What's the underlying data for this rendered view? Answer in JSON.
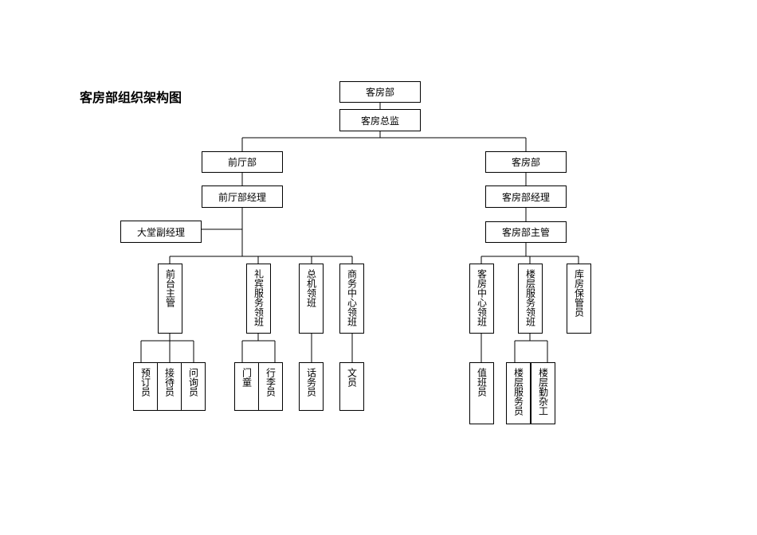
{
  "title": "客房部组织架构图",
  "org": {
    "top": "客房部",
    "director": "客房总监",
    "front_office": {
      "dept": "前厅部",
      "manager": "前厅部经理",
      "assistant": "大堂副经理",
      "units": {
        "front_desk": "前台主管",
        "concierge": "礼宾服务领班",
        "operator": "总机领班",
        "business": "商务中心领班"
      },
      "staff": {
        "reservation": "预订员",
        "reception": "接待员",
        "information": "问询员",
        "doorman": "门童",
        "bellman": "行李员",
        "telephonist": "话务员",
        "clerk": "文员"
      }
    },
    "housekeeping": {
      "dept": "客房部",
      "manager": "客房部经理",
      "supervisor": "客房部主管",
      "units": {
        "center": "客房中心领班",
        "floor": "楼层服务领班",
        "linen": "库房保管员"
      },
      "staff": {
        "duty": "值班员",
        "attendant": "楼层服务员",
        "porter": "楼层勤杂工"
      }
    }
  }
}
